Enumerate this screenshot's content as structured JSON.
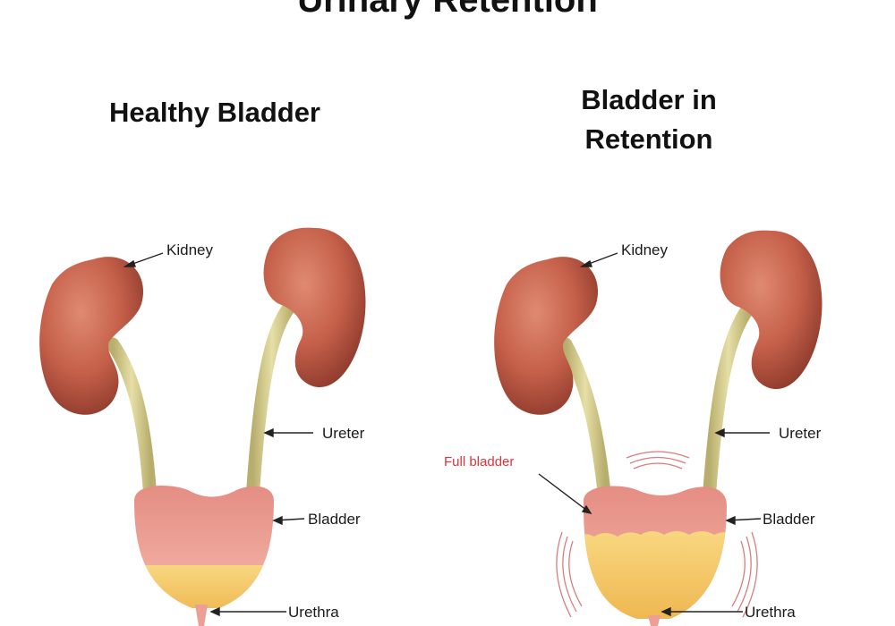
{
  "title": "Urinary Retention",
  "panels": {
    "left": {
      "heading": "Healthy Bladder",
      "labels": {
        "kidney": "Kidney",
        "ureter": "Ureter",
        "bladder": "Bladder",
        "urethra": "Urethra"
      }
    },
    "right": {
      "heading_line1": "Bladder in",
      "heading_line2": "Retention",
      "labels": {
        "kidney": "Kidney",
        "ureter": "Ureter",
        "bladder": "Bladder",
        "urethra": "Urethra",
        "full_bladder": "Full bladder"
      }
    }
  },
  "colors": {
    "kidney": "#c5604a",
    "ureter": "#d8cf90",
    "bladder": "#ec9f94",
    "urine": "#f5cc67",
    "full_bladder_label": "#e0323a"
  }
}
